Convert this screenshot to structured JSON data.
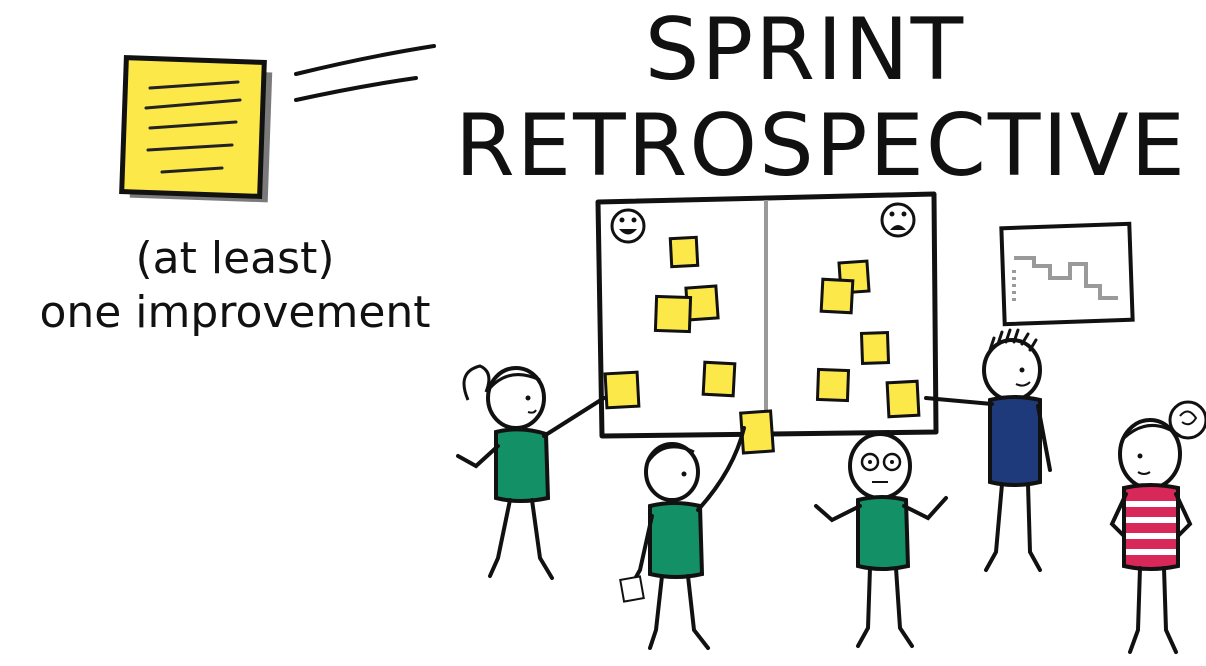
{
  "title": {
    "line1": "SPRINT",
    "line2": "RETROSPECTIVE"
  },
  "caption": {
    "line1": "(at least)",
    "line2": "one improvement"
  },
  "colors": {
    "sticky_note": "#fde84a",
    "green_shirt": "#139066",
    "blue_shirt": "#1f3a7a",
    "striped_shirt": "#d8285a",
    "ink": "#111111",
    "board_divider": "#9a9a9a"
  },
  "icons": {
    "happy_face": "happy-face-icon",
    "sad_face": "sad-face-icon",
    "chart": "burndown-chart-icon"
  }
}
